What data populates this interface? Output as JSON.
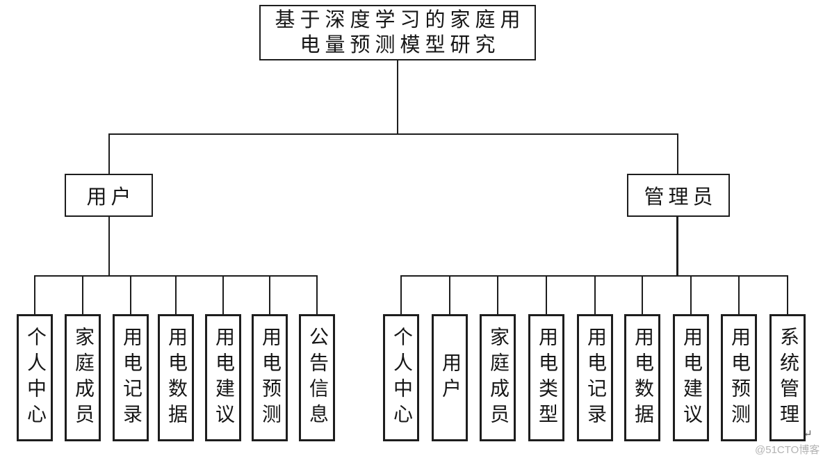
{
  "diagram": {
    "title": {
      "full_text": "基于深度学习的家庭用电量预测模型研究",
      "lines": [
        "基于深度学习的家庭用",
        "电量预测模型研究"
      ]
    },
    "branches": [
      {
        "label": "用户",
        "children": [
          "个人中心",
          "家庭成员",
          "用电记录",
          "用电数据",
          "用电建议",
          "用电预测",
          "公告信息"
        ]
      },
      {
        "label": "管理员",
        "children": [
          "个人中心",
          "用户",
          "家庭成员",
          "用电类型",
          "用电记录",
          "用电数据",
          "用电建议",
          "用电预测",
          "系统管理"
        ]
      }
    ]
  },
  "watermark": {
    "text": "@51CTO博客",
    "return_mark": "↵"
  },
  "colors": {
    "line": "#1d1d1d",
    "text": "#161616",
    "background": "#ffffff",
    "watermark": "#b3b3b3"
  }
}
